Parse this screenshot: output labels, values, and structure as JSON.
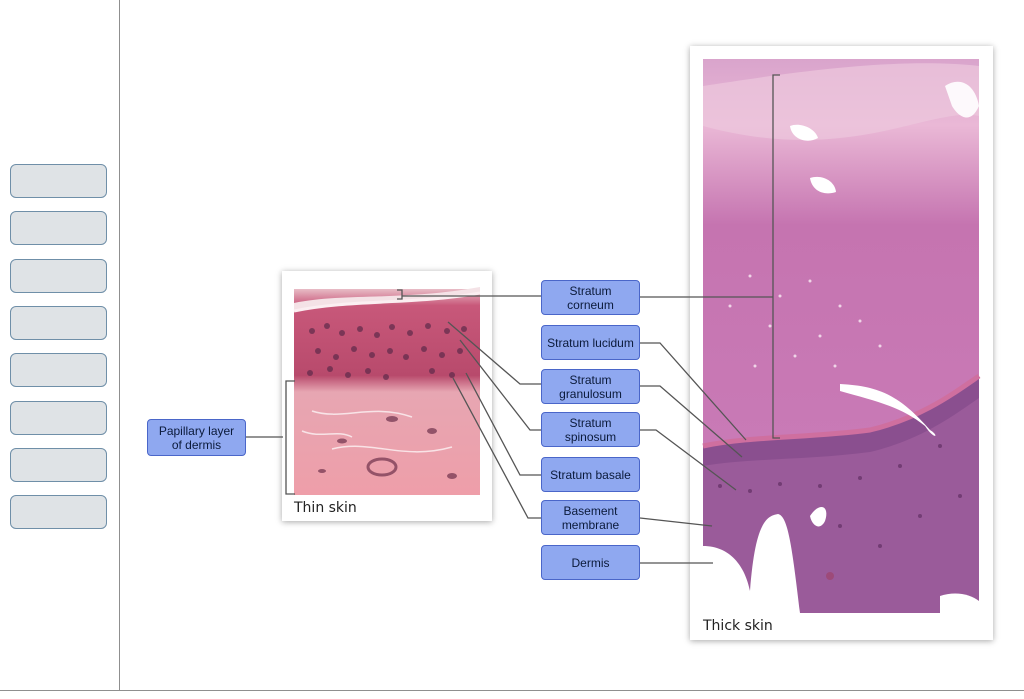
{
  "answer_slots": [
    "",
    "",
    "",
    "",
    "",
    "",
    "",
    ""
  ],
  "labels": {
    "papillary": "Papillary layer\nof dermis",
    "corneum": "Stratum\ncorneum",
    "lucidum": "Stratum lucidum",
    "granulosum": "Stratum\ngranulosum",
    "spinosum": "Stratum\nspinosum",
    "basale": "Stratum basale",
    "basement": "Basement\nmembrane",
    "dermis": "Dermis"
  },
  "thin_caption": "Thin skin",
  "thick_caption": "Thick skin",
  "colors": {
    "label_fill": "#8fa8f0",
    "label_border": "#4a66c9",
    "slot_fill": "#dfe3e6",
    "tissue_pink": "#d98fb8",
    "tissue_purple": "#8a4f8f"
  }
}
